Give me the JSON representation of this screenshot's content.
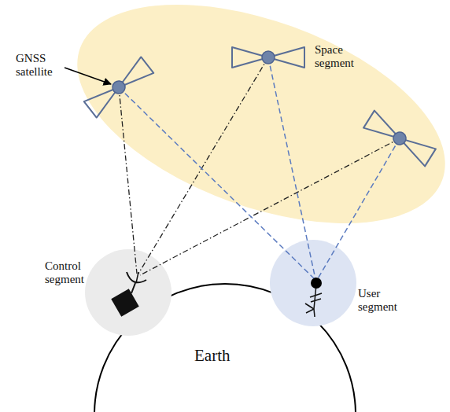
{
  "diagram": {
    "nodes": [
      {
        "text": [
          "Space segment"
        ]
      },
      {
        "text": [
          "Control segment"
        ]
      },
      {
        "text": [
          "User segment"
        ]
      },
      {
        "text": [
          "Earth"
        ]
      }
    ],
    "labels": [
      "GNSS satellite"
    ]
  }
}
